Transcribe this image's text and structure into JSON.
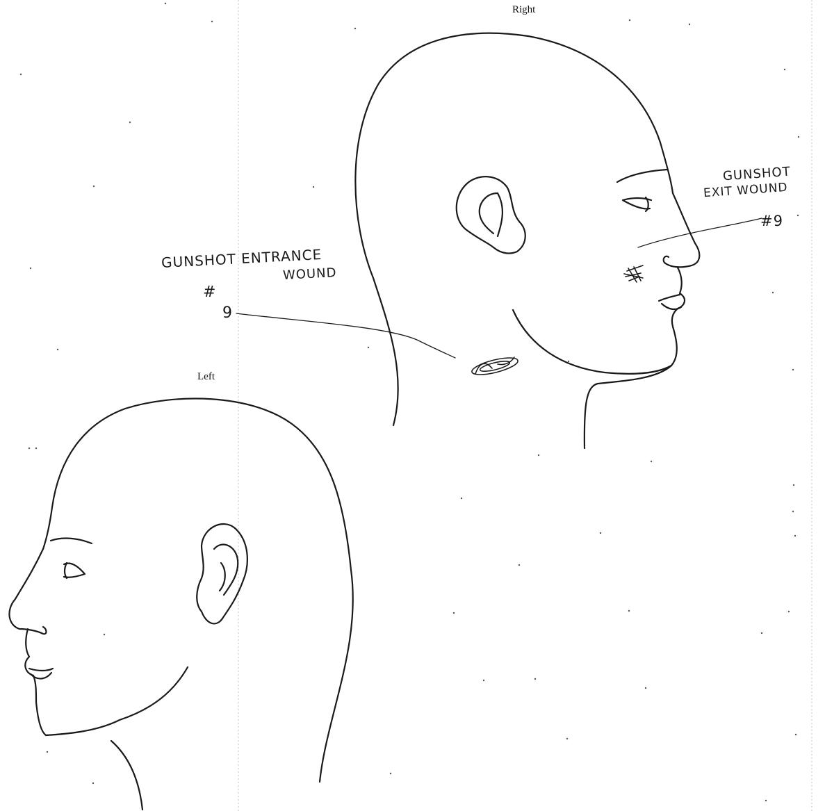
{
  "views": {
    "right_label": "Right",
    "left_label": "Left"
  },
  "annotations": {
    "entrance": {
      "line1": "GUNSHOT ENTRANCE",
      "line2": "WOUND",
      "hash": "#",
      "number": "9"
    },
    "exit": {
      "line1": "GUNSHOT",
      "line2": "EXIT WOUND",
      "number": "#9"
    }
  },
  "colors": {
    "ink": "#1a1a1a",
    "paper": "#ffffff",
    "fold_line": "#b8b8b8"
  }
}
